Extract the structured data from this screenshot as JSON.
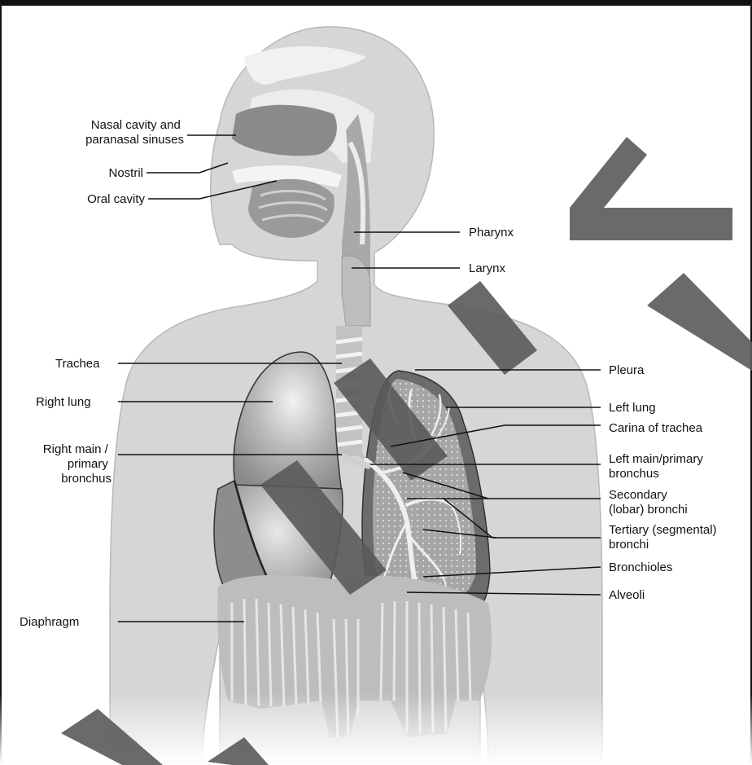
{
  "diagram": {
    "labels": {
      "nasal_cavity": [
        "Nasal cavity and",
        "paranasal sinuses"
      ],
      "nostril": "Nostril",
      "oral_cavity": "Oral cavity",
      "pharynx": "Pharynx",
      "larynx": "Larynx",
      "trachea": "Trachea",
      "right_lung": "Right lung",
      "right_main_bronchus": [
        "Right main /",
        "primary",
        "bronchus"
      ],
      "diaphragm": "Diaphragm",
      "pleura": "Pleura",
      "left_lung": "Left lung",
      "carina": "Carina of trachea",
      "left_main_bronchus": [
        "Left main/primary",
        "bronchus"
      ],
      "secondary_bronchi": [
        "Secondary",
        "(lobar) bronchi"
      ],
      "tertiary_bronchi": [
        "Tertiary (segmental)",
        "bronchi"
      ],
      "bronchioles": "Bronchioles",
      "alveoli": "Alveoli"
    }
  }
}
